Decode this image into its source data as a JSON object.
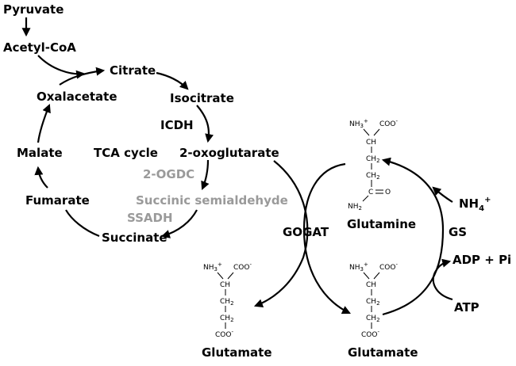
{
  "colors": {
    "main": "#000000",
    "grey": "#9a9a9a"
  },
  "labels": {
    "pyruvate": "Pyruvate",
    "acetyl_coa": "Acetyl-CoA",
    "citrate": "Citrate",
    "isocitrate": "Isocitrate",
    "oxalacetate": "Oxalacetate",
    "icdh": "ICDH",
    "malate": "Malate",
    "tca_cycle": "TCA cycle",
    "two_oxoglutarate": "2-oxoglutarate",
    "two_ogdc": "2-OGDC",
    "succinic_semialdehyde": "Succinic semialdehyde",
    "ssadh": "SSADH",
    "fumarate": "Fumarate",
    "succinate": "Succinate",
    "gogat": "GOGAT",
    "gs": "GS",
    "nh4": "NH",
    "nh4_sub": "4",
    "nh4_sup": "+",
    "adp_pi": "ADP + Pi",
    "atp": "ATP",
    "glutamine": "Glutamine",
    "glutamate_left": "Glutamate",
    "glutamate_right": "Glutamate"
  },
  "structures": {
    "glutamine": {
      "nh3": "NH3+",
      "coo": "COO-",
      "ch": "CH",
      "ch2_a": "CH2",
      "ch2_b": "CH2",
      "c": "C",
      "o": "O",
      "nh2": "NH2"
    },
    "glutamate": {
      "nh3": "NH3+",
      "coo": "COO-",
      "ch": "CH",
      "ch2_a": "CH2",
      "ch2_b": "CH2",
      "coo_end": "COO-"
    }
  }
}
